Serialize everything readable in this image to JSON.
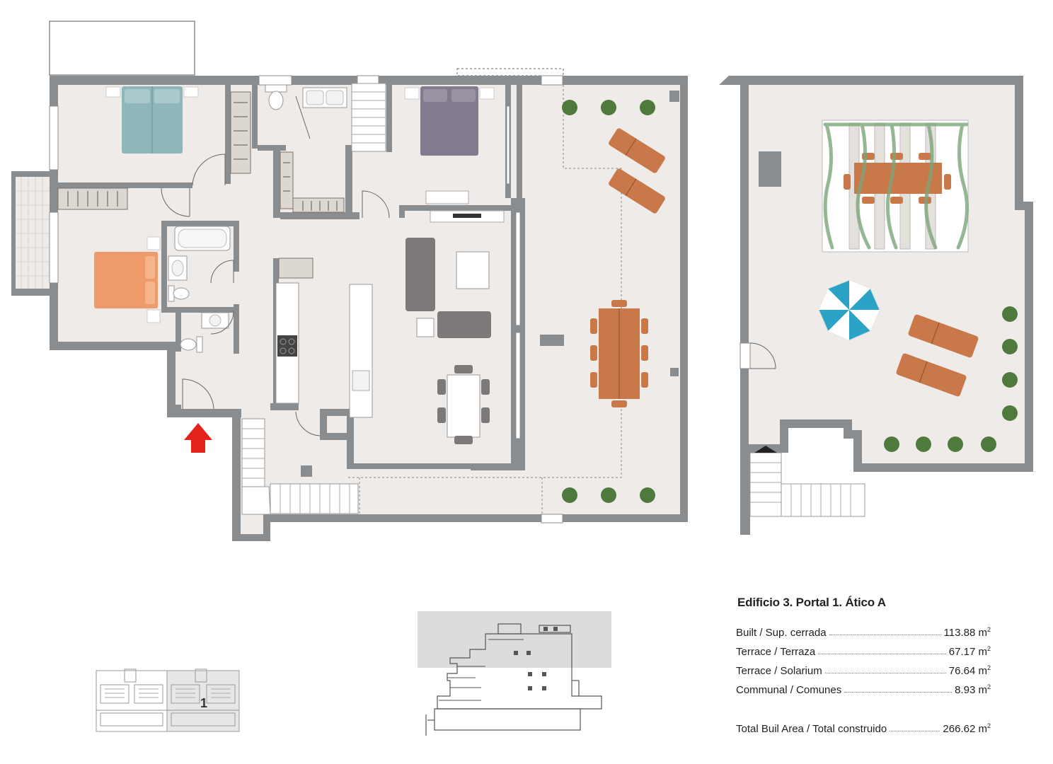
{
  "summary": {
    "title": "Edificio 3. Portal 1. Ático A",
    "unit": "m",
    "unit_sup": "2",
    "rows": [
      {
        "label": "Built / Sup. cerrada",
        "value": "113.88"
      },
      {
        "label": "Terrace / Terraza",
        "value": "67.17"
      },
      {
        "label": "Terrace / Solarium",
        "value": "76.64"
      },
      {
        "label": "Communal / Comunes",
        "value": "8.93"
      }
    ],
    "total": {
      "label": "Total Buil Area / Total construido",
      "value": "266.62"
    }
  },
  "markers": {
    "floor_number": "1"
  },
  "colors": {
    "wall": "#8a8d90",
    "floor": "#eeebe9",
    "bed_teal": "#8fb6ba",
    "bed_purple": "#847a8e",
    "bed_orange": "#ee9a6a",
    "sofa": "#7d7979",
    "wood": "#c9784a",
    "plant": "#4f7a3e",
    "umbrella": "#2aa3c7",
    "entry_arrow": "#e3231b"
  }
}
